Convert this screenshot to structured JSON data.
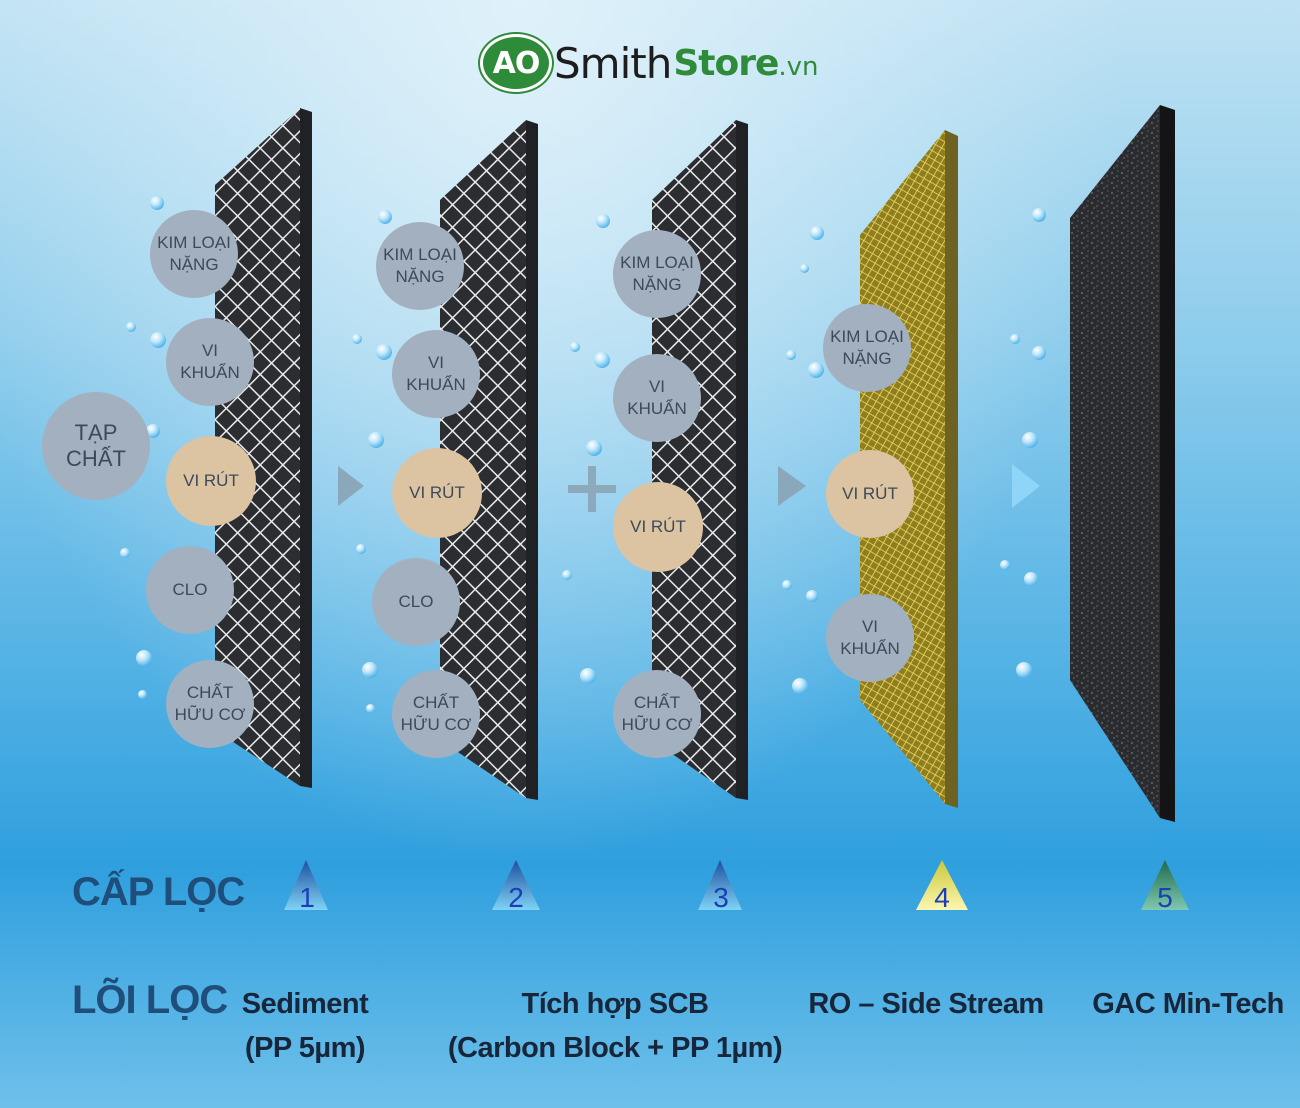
{
  "logo": {
    "ao": "AO",
    "smith": "Smith",
    "store": "Store",
    "tld": ".vn"
  },
  "particles": {
    "impurity": "TẠP\nCHẤT",
    "heavy_metal": "KIM LOẠI\nNẶNG",
    "bacteria": "VI\nKHUẨN",
    "virus": "VI RÚT",
    "chlorine": "CLO",
    "organic": "CHẤT\nHỮU CƠ"
  },
  "labels": {
    "stages": "CẤP LỌC",
    "cores": "LÕI LỌC"
  },
  "stages": [
    "1",
    "2",
    "3",
    "4",
    "5"
  ],
  "cores": [
    {
      "name": "Sediment\n(PP 5µm)"
    },
    {
      "name": "Tích hợp SCB\n(Carbon Block + PP 1µm)"
    },
    {
      "name": "RO – Side Stream"
    },
    {
      "name": "GAC Min-Tech"
    }
  ],
  "colors": {
    "grey": "#a3b0c0",
    "tan": "#dcc3a2",
    "label": "#1f4e7a",
    "logo_green": "#2e8b3a"
  }
}
